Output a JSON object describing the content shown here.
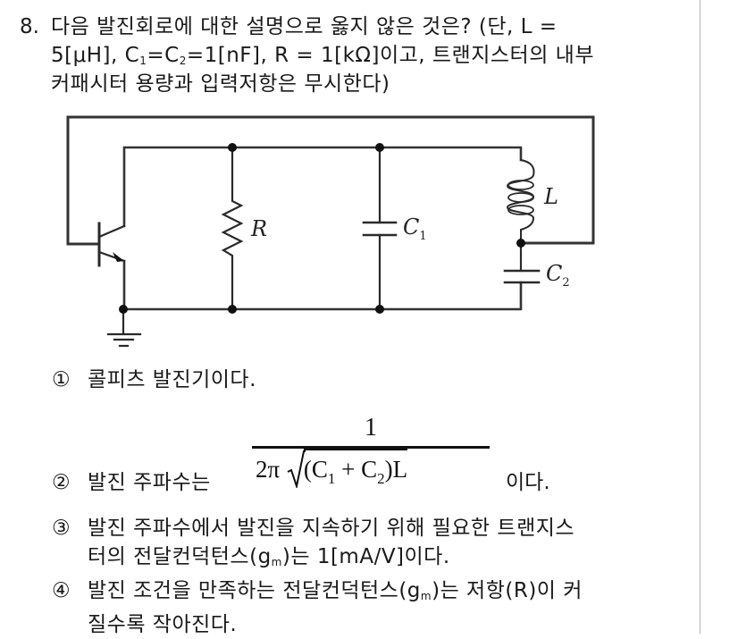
{
  "question": {
    "number": "8.",
    "lines": [
      "다음 발진회로에 대한 설명으로 옳지 않은 것은? (단, L =",
      "5[μH], C₁=C₂=1[nF], R = 1[kΩ]이고, 트랜지스터의 내부",
      "커패시터 용량과 입력저항은 무시한다)"
    ],
    "line2_parts": {
      "a": "5[μH], C",
      "sub1": "1",
      "b": "=C",
      "sub2": "2",
      "c": "=1[nF], R = 1[kΩ]이고, 트랜지스터의 내부"
    },
    "given": {
      "L": "5[μH]",
      "C1": "1[nF]",
      "C2": "1[nF]",
      "R": "1[kΩ]"
    }
  },
  "circuit": {
    "labels": {
      "R": "R",
      "C1_main": "C",
      "C1_sub": "1",
      "L": "L",
      "C2_main": "C",
      "C2_sub": "2"
    },
    "components": [
      "NPN transistor",
      "resistor R",
      "capacitor C1",
      "inductor L",
      "capacitor C2",
      "ground"
    ]
  },
  "options": [
    {
      "mark": "①",
      "text": "콜피츠 발진기이다."
    },
    {
      "mark": "②",
      "text_before": "발진 주파수는",
      "formula": {
        "numerator": "1",
        "denominator_prefix": "2π",
        "radicand_a": "(C",
        "radicand_sub1": "1",
        "radicand_b": " + C",
        "radicand_sub2": "2",
        "radicand_c": ")L"
      },
      "text_after": "이다."
    },
    {
      "mark": "③",
      "line1": "발진 주파수에서 발진을 지속하기 위해 필요한 트랜지스",
      "line2_a": "터의 전달컨덕턴스(g",
      "line2_sub": "m",
      "line2_b": ")는 1[mA/V]이다."
    },
    {
      "mark": "④",
      "line1_a": "발진 조건을 만족하는 전달컨덕턴스(g",
      "line1_sub": "m",
      "line1_b": ")는 저항(R)이 커",
      "line2": "질수록 작아진다."
    }
  ]
}
